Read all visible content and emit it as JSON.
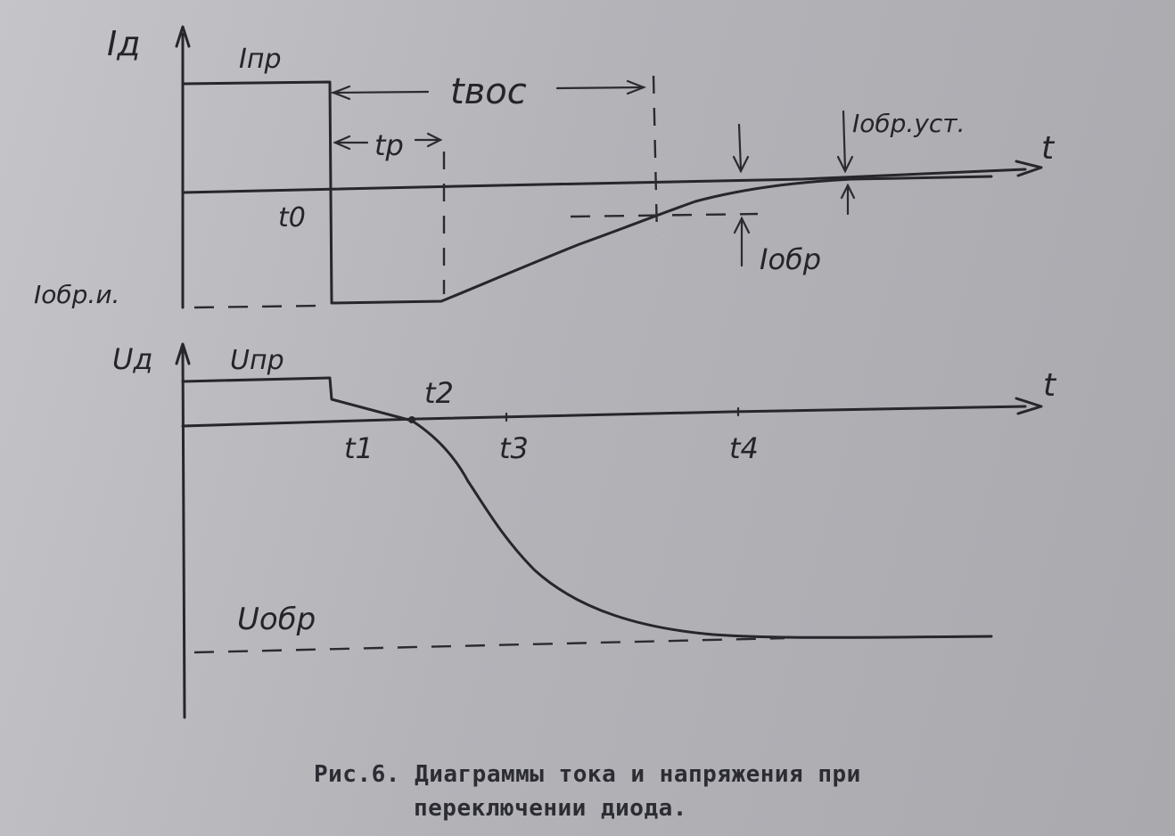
{
  "top_diagram": {
    "y_axis_label": "Iд",
    "x_axis_label": "t",
    "forward_current_label": "Iпр",
    "recovery_time_label": "tвос",
    "resolution_time_label": "tр",
    "switch_time_label": "t0",
    "reverse_pulse_current_label": "Iобр.и.",
    "reverse_current_label": "Iобр",
    "reverse_steady_current_label": "Iобр.уст."
  },
  "bottom_diagram": {
    "y_axis_label": "Uд",
    "x_axis_label": "t",
    "forward_voltage_label": "Uпр",
    "reverse_voltage_label": "Uобр",
    "time_labels": {
      "t1": "t1",
      "t2": "t2",
      "t3": "t3",
      "t4": "t4"
    }
  },
  "caption": {
    "line1": "Рис.6. Диаграммы тока и напряжения при",
    "line2": "переключении диода."
  }
}
